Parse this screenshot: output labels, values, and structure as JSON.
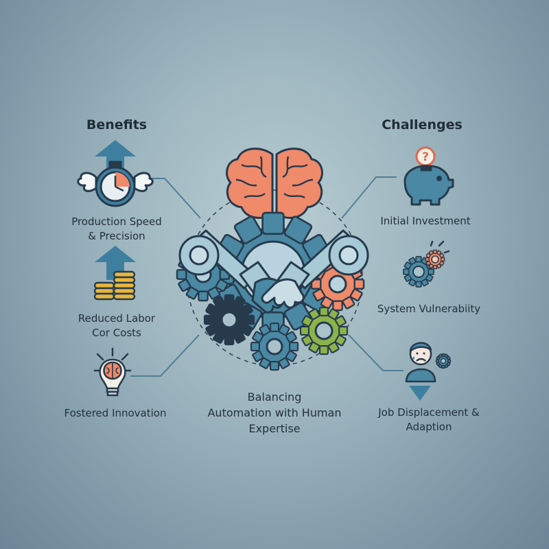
{
  "benefits": {
    "heading": "Benefits",
    "items": [
      {
        "line1": "Production Speed",
        "line2": "& Precision",
        "icon": "stopwatch-icon"
      },
      {
        "line1": "Reduced Labor",
        "line2": "Cor Costs",
        "icon": "coins-icon"
      },
      {
        "line1": "Fostered Innovation",
        "line2": "",
        "icon": "lightbulb-brain-icon"
      }
    ]
  },
  "challenges": {
    "heading": "Challenges",
    "items": [
      {
        "line1": "Initial Investment",
        "line2": "",
        "icon": "piggy-bank-icon"
      },
      {
        "line1": "System Vulnerabiity",
        "line2": "",
        "icon": "gear-alert-icon"
      },
      {
        "line1": "Job Displacement &",
        "line2": "Adaption",
        "icon": "worried-worker-icon"
      }
    ]
  },
  "center": {
    "caption_line1": "Balancing",
    "caption_line2": "Automation with Human",
    "caption_line3": "Expertise",
    "icon": "handshake-icon"
  },
  "colors": {
    "navy": "#263a4c",
    "teal": "#4a88a3",
    "light_blue": "#a8cad7",
    "coral": "#ef8a6b",
    "orange": "#e7a04e",
    "green": "#8bb34a",
    "gold": "#e8b63d"
  }
}
